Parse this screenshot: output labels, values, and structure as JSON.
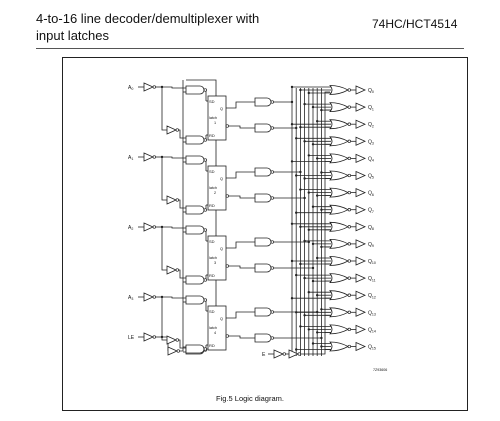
{
  "header": {
    "title_line1": "4-to-16 line decoder/demultiplexer with",
    "title_line2": "input latches",
    "part_number": "74HC/HCT4514"
  },
  "diagram": {
    "inputs": [
      "A0",
      "A1",
      "A2",
      "A3",
      "LE"
    ],
    "enable_input": "E",
    "latch_labels": [
      "latch 1",
      "latch 2",
      "latch 3",
      "latch 4"
    ],
    "latch_pins": {
      "s": "SD",
      "r": "RD",
      "q": "Q"
    },
    "outputs": [
      "Q0",
      "Q1",
      "Q2",
      "Q3",
      "Q4",
      "Q5",
      "Q6",
      "Q7",
      "Q8",
      "Q9",
      "Q10",
      "Q11",
      "Q12",
      "Q13",
      "Q14",
      "Q15"
    ],
    "drawing_code": "7Z93606"
  },
  "caption": "Fig.5  Logic diagram."
}
